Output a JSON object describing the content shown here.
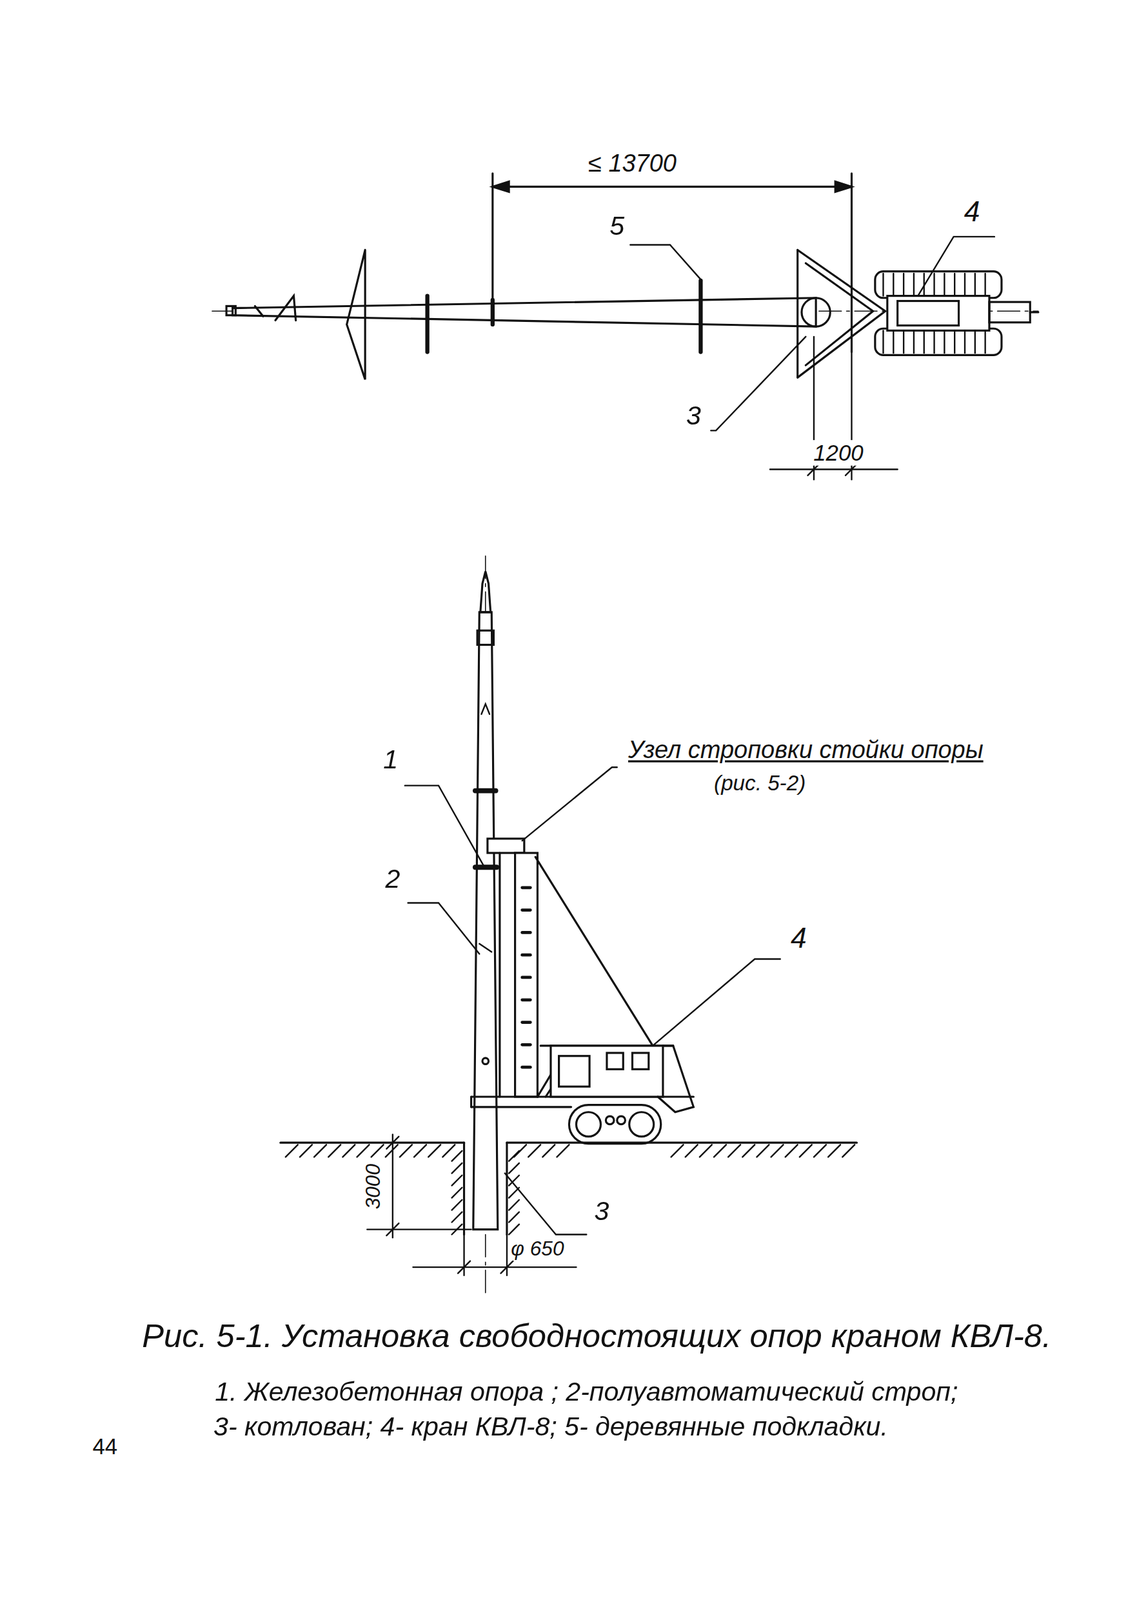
{
  "diagram": {
    "caption": "Рис. 5-1. Установка свободностоящих опор краном КВЛ-8.",
    "labels": [
      "≤ 13700",
      "5",
      "4",
      "3",
      "1200",
      "1",
      "Узел строповки стойки опоры",
      "(рис. 5-2)",
      "2",
      "4",
      "3000",
      "3",
      "φ 650",
      "1. Железобетонная опора ; 2-полуавтоматический строп;",
      "3- котлован;  4- кран КВЛ-8;  5- деревянные подкладки.",
      "44"
    ]
  }
}
